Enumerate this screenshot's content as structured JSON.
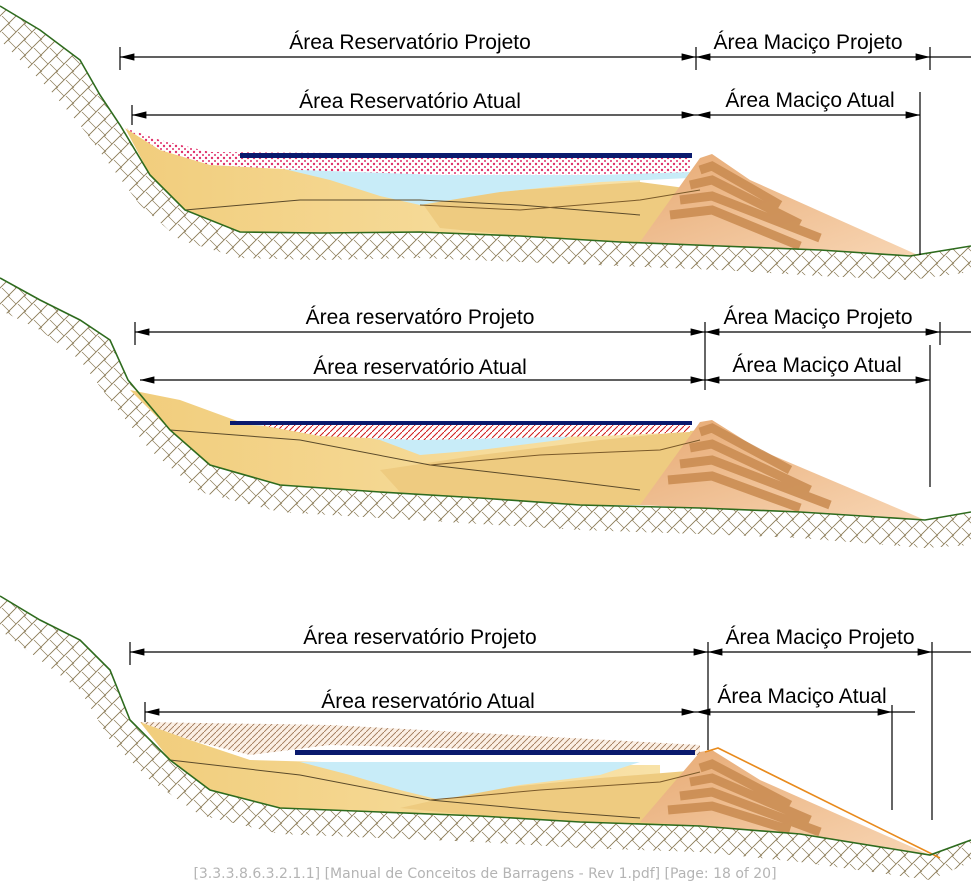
{
  "panels": [
    {
      "id": "panel-1",
      "labels": {
        "reservoir_project": "Área Reservatório Projeto",
        "dam_project": "Área Maciço Projeto",
        "reservoir_current": "Área Reservatório Atual",
        "dam_current": "Área Maciço Atual"
      },
      "sediment_style": "pink-dots"
    },
    {
      "id": "panel-2",
      "labels": {
        "reservoir_project": "Área reservatóro Projeto",
        "dam_project": "Área Maciço Projeto",
        "reservoir_current": "Área reservatório Atual",
        "dam_current": "Área Maciço Atual"
      },
      "sediment_style": "red-hatch"
    },
    {
      "id": "panel-3",
      "labels": {
        "reservoir_project": "Área reservatório Projeto",
        "dam_project": "Área Maciço Projeto",
        "reservoir_current": "Área reservatório Atual",
        "dam_current": "Área Maciço Atual"
      },
      "sediment_style": "brown-hatch"
    }
  ],
  "caption": "[3.3.3.8.6.3.2.1.1] [Manual de Conceitos de Barragens - Rev 1.pdf] [Page: 18 of 20]",
  "colors": {
    "rock_hatch": "#8a7a55",
    "terrain_line": "#2e6b1e",
    "water": "#c8ecf8",
    "water_surface": "#0a1a6e",
    "sand_light": "#f6d98e",
    "sand_mid": "#e8c272",
    "dam_fill": "#f3c69a",
    "dam_stripes": "#c8894f",
    "pink_sediment": "#e0306a",
    "red_hatch": "#d01818",
    "brown_hatch": "#a07858",
    "dam_outline_orange": "#e88a1c"
  }
}
